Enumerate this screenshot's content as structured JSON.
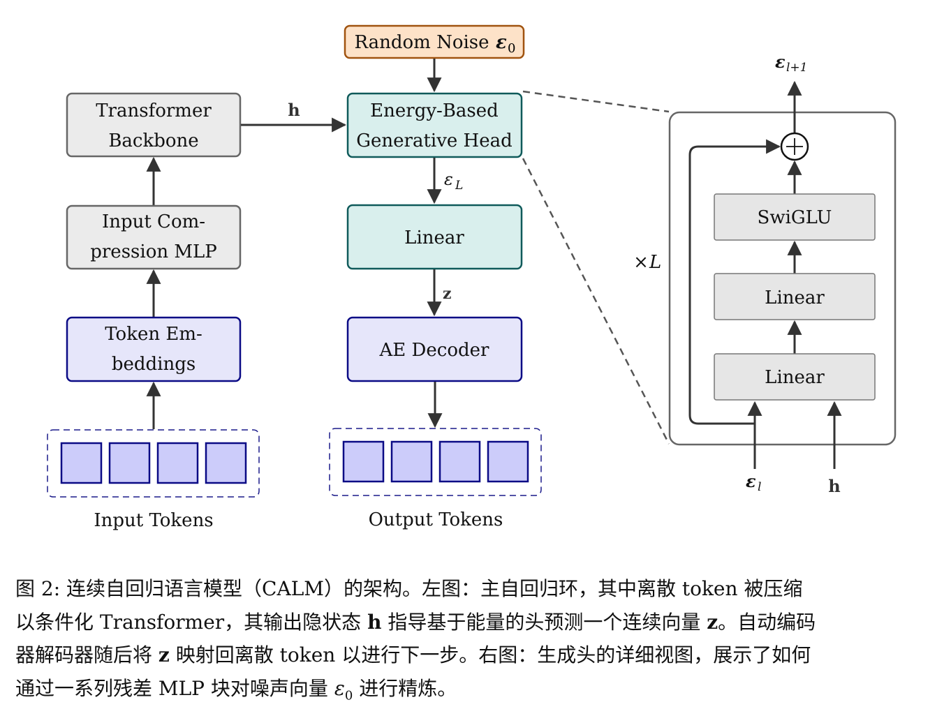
{
  "colors": {
    "gray_fill": "#ebebeb",
    "gray_stroke": "#666666",
    "teal_fill": "#d9efed",
    "teal_stroke": "#0f5a5a",
    "blue_fill": "#e6e6fa",
    "blue_stroke": "#0a0a85",
    "token_fill": "#ccccfa",
    "noise_fill": "#fde2c8",
    "noise_stroke": "#a0530f",
    "arrow": "#333333",
    "detail_fill": "#e6e6e6",
    "detail_stroke": "#777777"
  },
  "left": {
    "transformer_backbone": [
      "Transformer",
      "Backbone"
    ],
    "input_compression_mlp": [
      "Input Com-",
      "pression MLP"
    ],
    "token_embeddings": [
      "Token Em-",
      "beddings"
    ],
    "input_tokens_label": "Input Tokens",
    "input_token_count": 4
  },
  "middle": {
    "random_noise": "Random Noise",
    "random_noise_symbol": "ε",
    "random_noise_subscript": "0",
    "energy_head": [
      "Energy-Based",
      "Generative Head"
    ],
    "eps_L_symbol": "ε",
    "eps_L_subscript": "L",
    "linear": "Linear",
    "z_label": "z",
    "ae_decoder": "AE Decoder",
    "output_tokens_label": "Output Tokens",
    "output_token_count": 4
  },
  "connector": {
    "h_label": "h"
  },
  "detail": {
    "output_symbol": "ε",
    "output_subscript": "l+1",
    "plus_symbol": "+",
    "swiglu": "SwiGLU",
    "linear_upper": "Linear",
    "linear_lower": "Linear",
    "repeat_label_times": "×",
    "repeat_label_L": "L",
    "input_eps_symbol": "ε",
    "input_eps_subscript": "l",
    "input_h": "h"
  },
  "caption": {
    "line1": "图 2: 连续自回归语言模型（CALM）的架构。左图：主自回归环，其中离散 token 被压缩",
    "line2_pre": "以条件化 Transformer，其输出隐状态 ",
    "line2_h": "h",
    "line2_mid": " 指导基于能量的头预测一个连续向量 ",
    "line2_z": "z",
    "line2_post": "。自动编码",
    "line3_pre": "器解码器随后将 ",
    "line3_z": "z",
    "line3_post": " 映射回离散 token 以进行下一步。右图：生成头的详细视图，展示了如何",
    "line4_pre": "通过一系列残差 MLP 块对噪声向量 ",
    "line4_eps": "ε",
    "line4_eps_sub": "0",
    "line4_post": " 进行精炼。"
  }
}
